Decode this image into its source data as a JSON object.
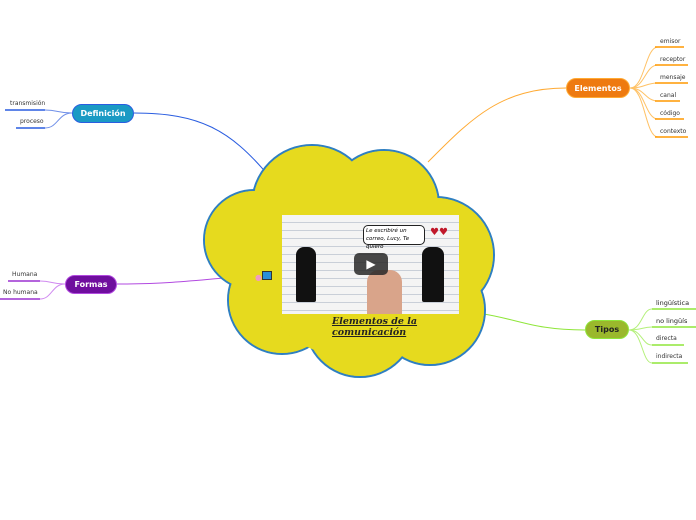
{
  "central": {
    "title_line1": "Elementos de la",
    "title_line2": "comunicación",
    "video_caption": "Le escribiré un correo, Lucy, Te quiero",
    "icons": [
      "brain-icon",
      "tv-icon"
    ],
    "fill": "#e6da1e",
    "outline": "#2f7fc1"
  },
  "branches": {
    "definicion": {
      "label": "Definición",
      "color": "#1a9ac4",
      "items": [
        "transmisión",
        "proceso"
      ],
      "line": "#2a5de0"
    },
    "formas": {
      "label": "Formas",
      "color": "#6f0e9e",
      "items": [
        "Humana",
        "No humana"
      ],
      "line": "#b24ae0"
    },
    "elementos": {
      "label": "Elementos",
      "color": "#ee7a10",
      "items": [
        "emisor",
        "receptor",
        "mensaje",
        "canal",
        "código",
        "contexto"
      ],
      "line": "#ffaa33"
    },
    "tipos": {
      "label": "Tipos",
      "color": "#9ab82c",
      "items": [
        "lingüística",
        "no lingüís",
        "directa",
        "indirecta"
      ],
      "line": "#8fe63a"
    }
  }
}
